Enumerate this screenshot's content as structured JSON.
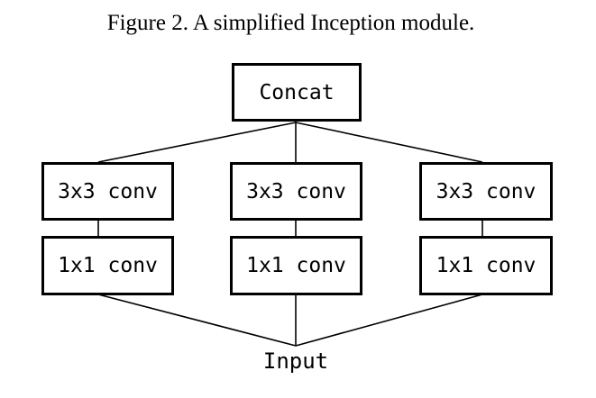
{
  "figure": {
    "caption": "Figure 2. A simplified Inception module."
  },
  "diagram": {
    "concat_label": "Concat",
    "branches": [
      {
        "conv3_label": "3x3 conv",
        "conv1_label": "1x1 conv"
      },
      {
        "conv3_label": "3x3 conv",
        "conv1_label": "1x1 conv"
      },
      {
        "conv3_label": "3x3 conv",
        "conv1_label": "1x1 conv"
      }
    ],
    "input_label": "Input"
  },
  "colors": {
    "ink": "#000000",
    "background": "#ffffff"
  }
}
